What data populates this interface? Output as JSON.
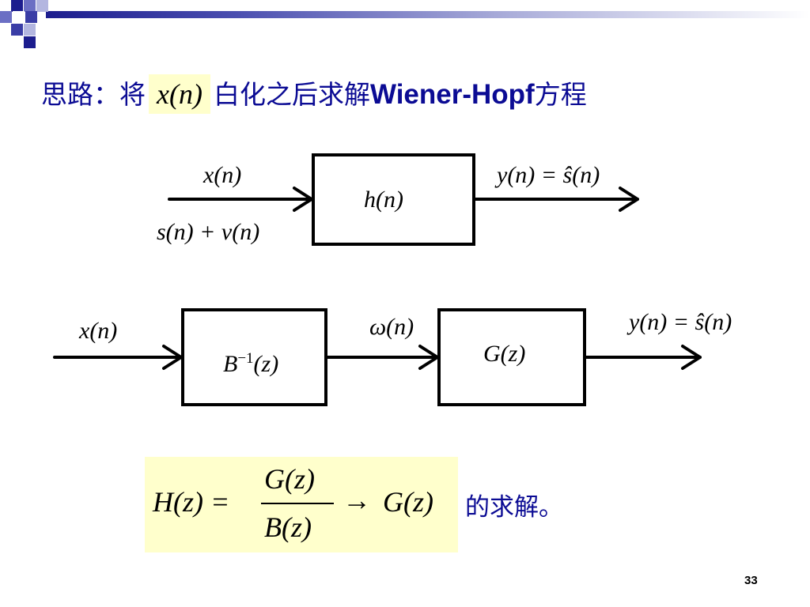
{
  "title": {
    "prefix": "思路：将",
    "highlight": "x(n)",
    "middle": "白化之后求解",
    "latin": "Wiener-Hopf",
    "suffix": "方程"
  },
  "diagram1": {
    "input_top": "x(n)",
    "input_bottom": "s(n) + v(n)",
    "block": "h(n)",
    "output": "y(n) = ŝ(n)"
  },
  "diagram2": {
    "input": "x(n)",
    "block1_base": "B",
    "block1_sup": "−1",
    "block1_arg": "(z)",
    "intermediate": "ω(n)",
    "block2": "G(z)",
    "output": "y(n) = ŝ(n)"
  },
  "formula": {
    "lhs": "H(z) =",
    "numerator": "G(z)",
    "denominator": "B(z)",
    "arrow": "→",
    "rhs": "G(z)",
    "tail": "的求解。"
  },
  "page_number": "33",
  "colors": {
    "title": "#0b0b94",
    "highlight": "#ffffcc",
    "accent": "#1c1d8e"
  }
}
